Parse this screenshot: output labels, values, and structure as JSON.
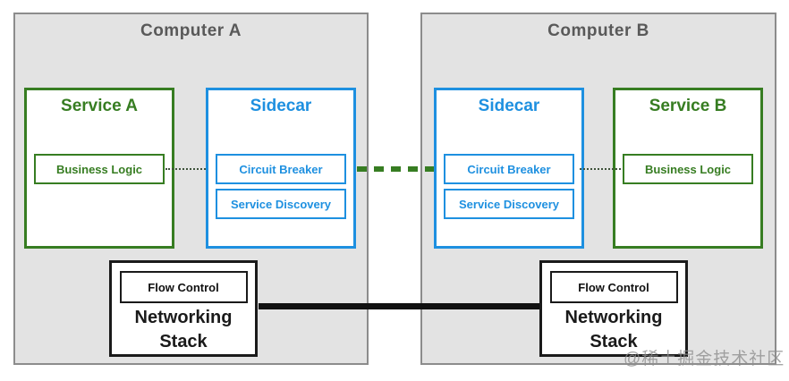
{
  "colors": {
    "green": "#377d22",
    "blue": "#1e90e0",
    "computer_fill": "#e3e3e3",
    "computer_border": "#8c8c8c",
    "title_gray": "#595959",
    "black": "#1a1a1a"
  },
  "computers": [
    {
      "title": "Computer A",
      "service": {
        "title": "Service A",
        "component": "Business Logic"
      },
      "sidecar": {
        "title": "Sidecar",
        "components": [
          "Circuit Breaker",
          "Service Discovery"
        ]
      },
      "network": {
        "inner": "Flow Control",
        "label_line1": "Networking",
        "label_line2": "Stack"
      }
    },
    {
      "title": "Computer B",
      "service": {
        "title": "Service B",
        "component": "Business Logic"
      },
      "sidecar": {
        "title": "Sidecar",
        "components": [
          "Circuit Breaker",
          "Service Discovery"
        ]
      },
      "network": {
        "inner": "Flow Control",
        "label_line1": "Networking",
        "label_line2": "Stack"
      }
    }
  ],
  "watermark": "@稀土掘金技术社区"
}
